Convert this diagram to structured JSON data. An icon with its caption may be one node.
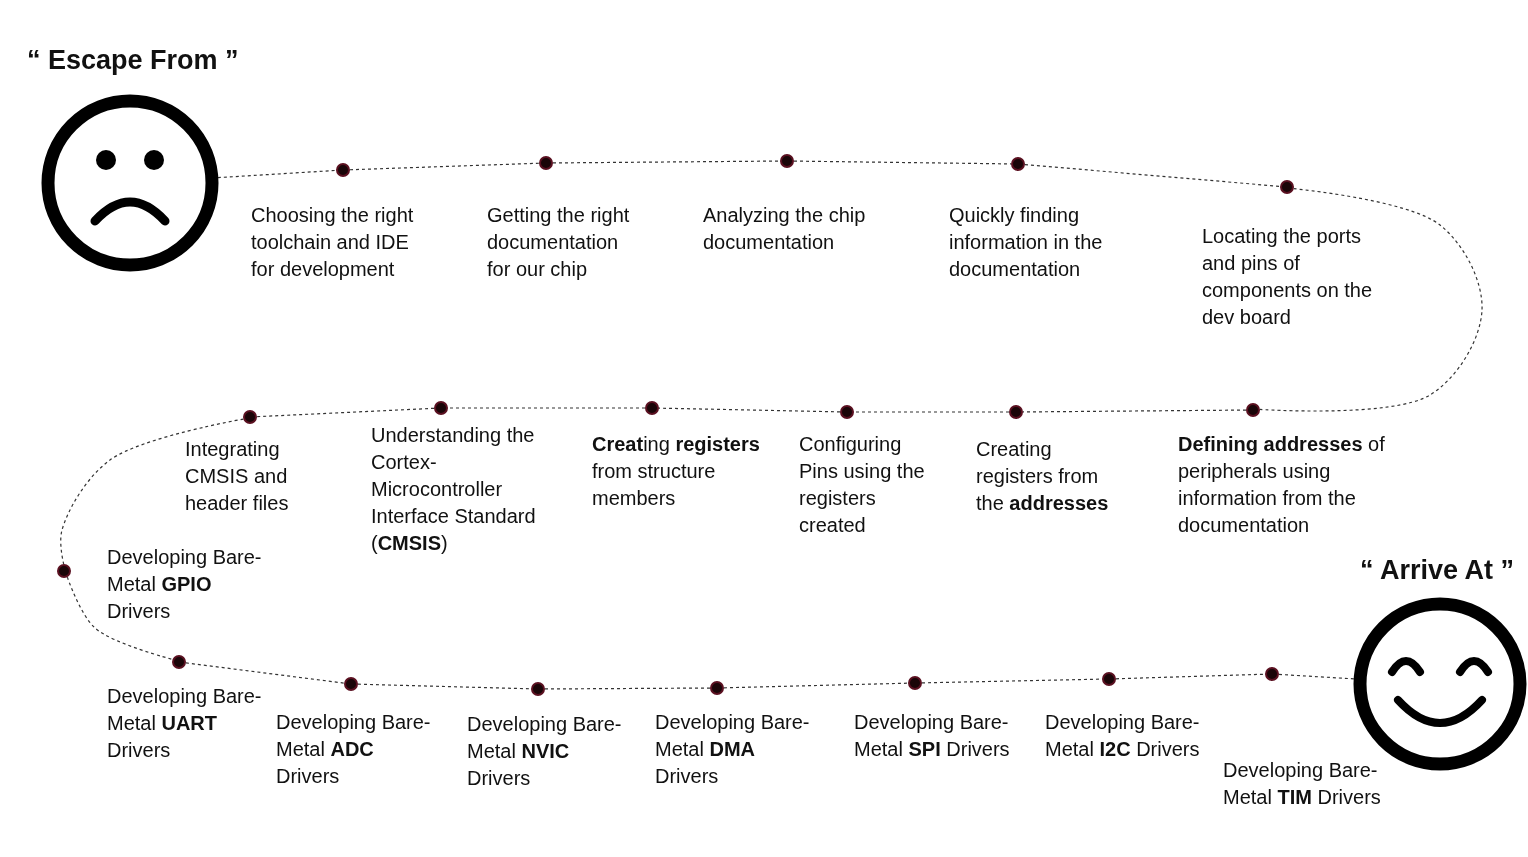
{
  "diagram": {
    "nodes": [
      {
        "text": [
          "“ Escape From ”"
        ]
      },
      {
        "text": [],
        "shape": "circle",
        "beside": [
          "Choosing the right toolchain and IDE for development"
        ]
      },
      {
        "text": [],
        "shape": "circle",
        "beside": [
          "Getting the right documentation for our chip"
        ]
      },
      {
        "text": [],
        "shape": "circle",
        "beside": [
          "Analyzing the chip documentation"
        ]
      },
      {
        "text": [],
        "shape": "circle",
        "beside": [
          "Quickly finding information in the documentation"
        ]
      },
      {
        "text": [],
        "shape": "circle",
        "beside": [
          "Locating the ports and pins of components on the dev board"
        ]
      },
      {
        "text": [],
        "shape": "circle",
        "beside": [
          "**Defining addresses** of peripherals using information from the documentation"
        ]
      },
      {
        "text": [],
        "shape": "circle",
        "beside": [
          "Creating registers from the **addresses**"
        ]
      },
      {
        "text": [],
        "shape": "circle",
        "beside": [
          "Configuring Pins using the registers created"
        ]
      },
      {
        "text": [],
        "shape": "circle",
        "beside": [
          "**Creat**ing **registers** from structure members"
        ]
      },
      {
        "text": [],
        "shape": "circle",
        "beside": [
          "Understanding the Cortex-Microcontroller Interface Standard (**CMSIS**)"
        ]
      },
      {
        "text": [],
        "shape": "circle",
        "beside": [
          "Integrating CMSIS and header files"
        ]
      },
      {
        "text": [],
        "shape": "circle",
        "beside": [
          "Developing Bare-Metal **GPIO** Drivers"
        ]
      },
      {
        "text": [],
        "shape": "circle",
        "beside": [
          "Developing Bare-Metal **UART** Drivers"
        ]
      },
      {
        "text": [],
        "shape": "circle",
        "beside": [
          "Developing Bare-Metal **ADC** Drivers"
        ]
      },
      {
        "text": [],
        "shape": "circle",
        "beside": [
          "Developing Bare-Metal **NVIC** Drivers"
        ]
      },
      {
        "text": [],
        "shape": "circle",
        "beside": [
          "Developing Bare-Metal **DMA** Drivers"
        ]
      },
      {
        "text": [],
        "shape": "circle",
        "beside": [
          "Developing Bare-Metal **SPI** Drivers"
        ]
      },
      {
        "text": [],
        "shape": "circle",
        "beside": [
          "Developing Bare-Metal **I2C** Drivers"
        ]
      },
      {
        "text": [],
        "shape": "circle"
      },
      {
        "text": [
          "“ Arrive At ”"
        ]
      }
    ],
    "edges": [
      {
        "from": 0,
        "to": 1,
        "arrow": "none",
        "style": "dashed"
      },
      {
        "from": 1,
        "to": 2,
        "arrow": "none",
        "style": "dashed"
      },
      {
        "from": 2,
        "to": 3,
        "arrow": "none",
        "style": "dashed"
      },
      {
        "from": 3,
        "to": 4,
        "arrow": "none",
        "style": "dashed"
      },
      {
        "from": 4,
        "to": 5,
        "arrow": "none",
        "style": "dashed"
      },
      {
        "from": 5,
        "to": 6,
        "arrow": "none",
        "style": "dashed"
      },
      {
        "from": 6,
        "to": 7,
        "arrow": "none",
        "style": "dashed"
      },
      {
        "from": 7,
        "to": 8,
        "arrow": "none",
        "style": "dashed"
      },
      {
        "from": 8,
        "to": 9,
        "arrow": "none",
        "style": "dashed"
      },
      {
        "from": 9,
        "to": 10,
        "arrow": "none",
        "style": "dashed"
      },
      {
        "from": 10,
        "to": 11,
        "arrow": "none",
        "style": "dashed"
      },
      {
        "from": 11,
        "to": 12,
        "arrow": "none",
        "style": "dashed"
      },
      {
        "from": 12,
        "to": 13,
        "arrow": "none",
        "style": "dashed"
      },
      {
        "from": 13,
        "to": 14,
        "arrow": "none",
        "style": "dashed"
      },
      {
        "from": 14,
        "to": 15,
        "arrow": "none",
        "style": "dashed"
      },
      {
        "from": 15,
        "to": 16,
        "arrow": "none",
        "style": "dashed"
      },
      {
        "from": 16,
        "to": 17,
        "arrow": "none",
        "style": "dashed"
      },
      {
        "from": 17,
        "to": 18,
        "arrow": "none",
        "style": "dashed"
      },
      {
        "from": 18,
        "to": 19,
        "arrow": "none",
        "style": "dashed"
      },
      {
        "from": 19,
        "to": 20,
        "arrow": "none",
        "style": "dashed"
      }
    ],
    "labels": [
      "Developing Bare-Metal **TIM** Drivers"
    ]
  }
}
